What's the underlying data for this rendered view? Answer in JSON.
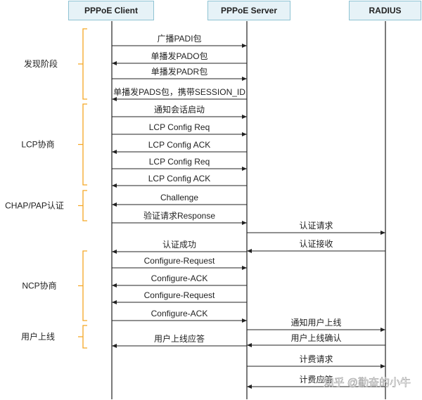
{
  "participants": [
    {
      "id": "client",
      "label": "PPPoE Client"
    },
    {
      "id": "server",
      "label": "PPPoE Server"
    },
    {
      "id": "radius",
      "label": "RADIUS"
    }
  ],
  "phases": [
    {
      "id": "discovery",
      "label": "发现阶段"
    },
    {
      "id": "lcp",
      "label": "LCP协商"
    },
    {
      "id": "chap",
      "label": "CHAP/PAP认证"
    },
    {
      "id": "ncp",
      "label": "NCP协商"
    },
    {
      "id": "online",
      "label": "用户上线"
    }
  ],
  "messages": [
    {
      "id": "m1",
      "label": "广播PADI包",
      "from": "client",
      "to": "server"
    },
    {
      "id": "m2",
      "label": "单播发PADO包",
      "from": "server",
      "to": "client"
    },
    {
      "id": "m3",
      "label": "单播发PADR包",
      "from": "client",
      "to": "server"
    },
    {
      "id": "m4",
      "label": "单播发PADS包，携带SESSION_ID",
      "from": "server",
      "to": "client"
    },
    {
      "id": "m5",
      "label": "通知会话启动",
      "from": "client",
      "to": "server"
    },
    {
      "id": "m6",
      "label": "LCP Config Req",
      "from": "client",
      "to": "server"
    },
    {
      "id": "m7",
      "label": "LCP Config ACK",
      "from": "server",
      "to": "client"
    },
    {
      "id": "m8",
      "label": "LCP Config Req",
      "from": "client",
      "to": "server"
    },
    {
      "id": "m9",
      "label": "LCP Config ACK",
      "from": "server",
      "to": "client"
    },
    {
      "id": "m10",
      "label": "Challenge",
      "from": "server",
      "to": "client"
    },
    {
      "id": "m11",
      "label": "验证请求Response",
      "from": "client",
      "to": "server"
    },
    {
      "id": "m12",
      "label": "认证请求",
      "from": "server",
      "to": "radius"
    },
    {
      "id": "m13",
      "label": "认证接收",
      "from": "radius",
      "to": "server"
    },
    {
      "id": "m14",
      "label": "认证成功",
      "from": "server",
      "to": "client"
    },
    {
      "id": "m15",
      "label": "Configure-Request",
      "from": "client",
      "to": "server"
    },
    {
      "id": "m16",
      "label": "Configure-ACK",
      "from": "server",
      "to": "client"
    },
    {
      "id": "m17",
      "label": "Configure-Request",
      "from": "server",
      "to": "client"
    },
    {
      "id": "m18",
      "label": "Configure-ACK",
      "from": "client",
      "to": "server"
    },
    {
      "id": "m19",
      "label": "通知用户上线",
      "from": "server",
      "to": "radius"
    },
    {
      "id": "m20",
      "label": "用户上线确认",
      "from": "radius",
      "to": "server"
    },
    {
      "id": "m21",
      "label": "用户上线应答",
      "from": "server",
      "to": "client"
    },
    {
      "id": "m22",
      "label": "计费请求",
      "from": "server",
      "to": "radius"
    },
    {
      "id": "m23",
      "label": "计费应答",
      "from": "radius",
      "to": "server"
    }
  ],
  "watermark": "知乎 @勤奋的小牛",
  "colors": {
    "box_fill": "#e6f2f7",
    "box_border": "#8fc3d3",
    "bracket": "#f5a623",
    "line": "#222222",
    "text": "#222222"
  }
}
